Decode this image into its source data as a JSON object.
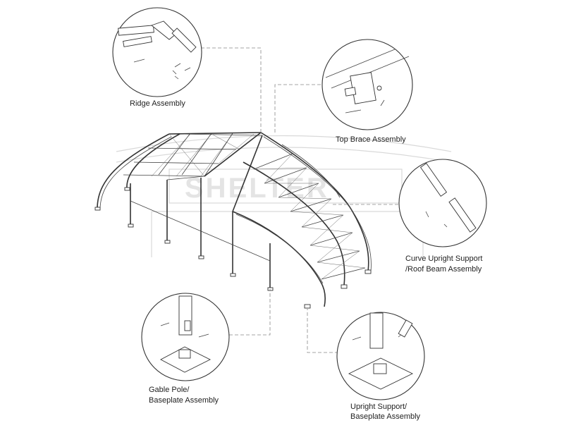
{
  "labels": {
    "ridge": "Ridge Assembly",
    "top_brace": "Top Brace Assembly",
    "curve_upright_1": "Curve Upright Support",
    "curve_upright_2": "/Roof Beam Assembly",
    "gable_pole_1": "Gable Pole/",
    "gable_pole_2": "Baseplate Assembly",
    "upright_support_1": "Upright Support/",
    "upright_support_2": "Baseplate Assembly"
  },
  "watermark": "SHELTER",
  "colors": {
    "line": "#333333",
    "leader": "#888888",
    "watermark": "#d9d9d9"
  }
}
